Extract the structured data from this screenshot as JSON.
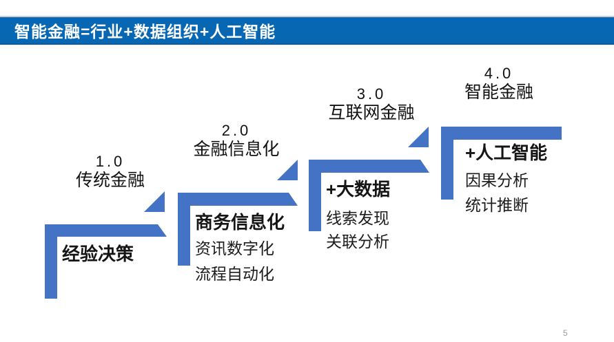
{
  "slide": {
    "title": "智能金融=行业+数据组织+人工智能",
    "page_number": "5",
    "colors": {
      "title_bar_blue": "#0767b3",
      "title_text": "#ffffff",
      "step_blue": "#4472c4",
      "body_text": "#141414",
      "page_number_gray": "#9b9b9b"
    }
  },
  "steps": [
    {
      "version": "1.0",
      "name": "传统金融",
      "heading": "经验决策",
      "details": []
    },
    {
      "version": "2.0",
      "name": "金融信息化",
      "heading": "商务信息化",
      "details": [
        "资讯数字化",
        "流程自动化"
      ]
    },
    {
      "version": "3.0",
      "name": "互联网金融",
      "heading": "+大数据",
      "details": [
        "线索发现",
        "关联分析"
      ]
    },
    {
      "version": "4.0",
      "name": "智能金融",
      "heading": "+人工智能",
      "details": [
        "因果分析",
        "统计推断"
      ]
    }
  ]
}
